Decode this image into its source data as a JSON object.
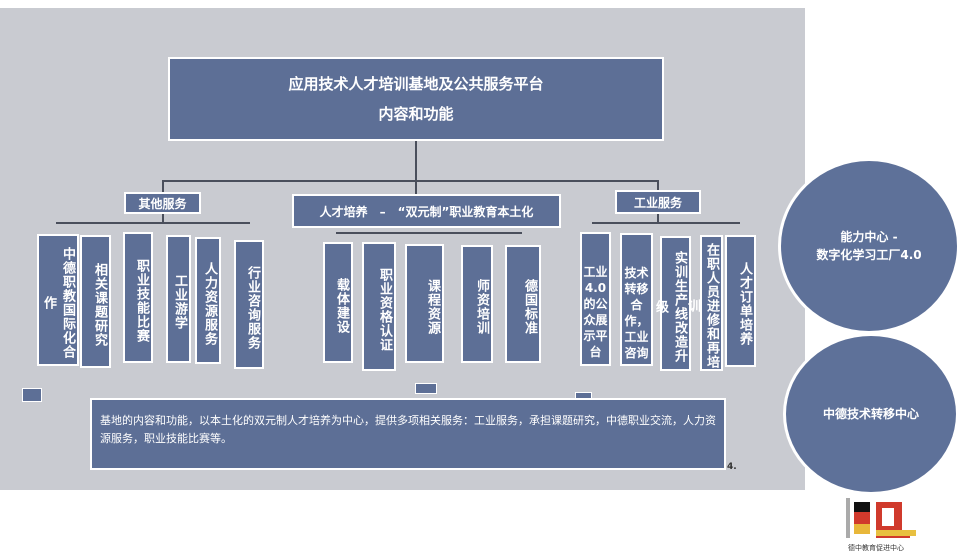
{
  "title": {
    "line1": "应用技术人才培训基地及公共服务平台",
    "line2": "内容和功能"
  },
  "categories": {
    "other": {
      "label": "其他服务",
      "items": [
        "中德职教国际化合作",
        "相关课题研究",
        "职业技能比赛",
        "工业游学",
        "人力资源服务",
        "行业咨询服务"
      ]
    },
    "talent": {
      "label": "人才培养　–　“双元制”职业教育本土化",
      "items": [
        "载体建设",
        "职业资格认证",
        "课程资源",
        "师资培训",
        "德国标准"
      ]
    },
    "industry": {
      "label": "工业服务",
      "items": [
        "工业4.0的公众展示平台",
        "技术转移合作，工业咨询",
        "实训生产线改造升级",
        "在职人员进修和再培训",
        "人才订单培养"
      ]
    }
  },
  "description": "基地的内容和功能，以本土化的双元制人才培养为中心，提供多项相关服务：工业服务，承担课题研究，中德职业交流，人力资源服务，职业技能比赛等。",
  "page_number": "4.",
  "circles": [
    {
      "line1": "能力中心 -",
      "line2": "数字化学习工厂4.0"
    },
    {
      "line1": "中德技术转移中心"
    }
  ],
  "logo": {
    "text": "德中教育促进中心",
    "mark": "IQ"
  }
}
